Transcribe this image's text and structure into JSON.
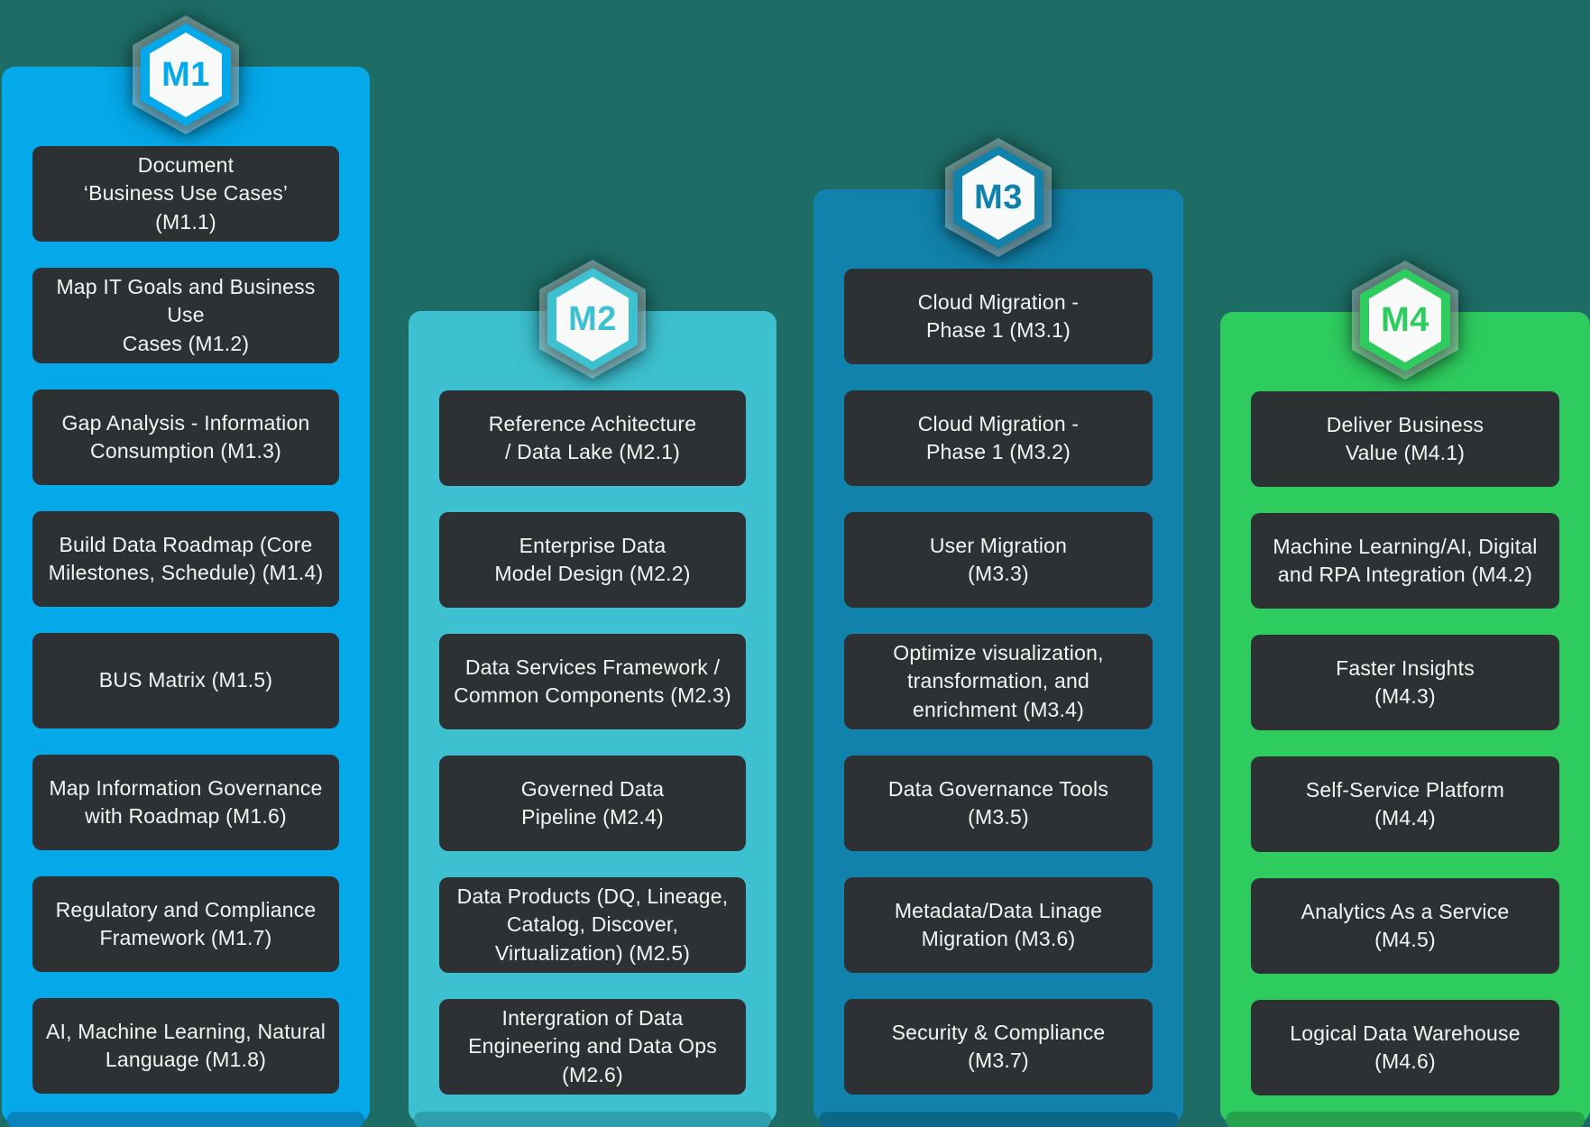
{
  "canvas": {
    "background_color": "#1d6c66",
    "box_color": "#2e3134",
    "box_text_color": "#f3f5f5",
    "badge_face_color": "#f8f9f9"
  },
  "columns": [
    {
      "id": "m1",
      "label": "M1",
      "color": "#05a8e9",
      "shadow_color": "#0783bd",
      "items": [
        {
          "text": "Document\n‘Business Use Cases’\n(M1.1)"
        },
        {
          "text": "Map IT Goals and Business Use\nCases (M1.2)"
        },
        {
          "text": "Gap Analysis - Information\nConsumption (M1.3)"
        },
        {
          "text": "Build Data Roadmap (Core\nMilestones, Schedule) (M1.4)"
        },
        {
          "text": "BUS Matrix (M1.5)"
        },
        {
          "text": "Map Information Governance\nwith Roadmap (M1.6)"
        },
        {
          "text": "Regulatory and Compliance\nFramework (M1.7)"
        },
        {
          "text": "AI, Machine Learning, Natural\nLanguage (M1.8)"
        }
      ]
    },
    {
      "id": "m2",
      "label": "M2",
      "color": "#3dc1d0",
      "shadow_color": "#2f9fae",
      "items": [
        {
          "text": "Reference Achitecture\n/ Data Lake (M2.1)"
        },
        {
          "text": "Enterprise Data\nModel Design (M2.2)"
        },
        {
          "text": "Data Services Framework /\nCommon Components (M2.3)"
        },
        {
          "text": "Governed Data\nPipeline (M2.4)"
        },
        {
          "text": "Data Products (DQ, Lineage,\nCatalog, Discover,\nVirtualization) (M2.5)"
        },
        {
          "text": "Intergration of Data\nEngineering and Data Ops\n(M2.6)"
        }
      ]
    },
    {
      "id": "m3",
      "label": "M3",
      "color": "#1182ab",
      "shadow_color": "#0d6787",
      "items": [
        {
          "text": "Cloud Migration -\nPhase 1 (M3.1)"
        },
        {
          "text": "Cloud Migration -\nPhase 1 (M3.2)"
        },
        {
          "text": "User Migration\n(M3.3)"
        },
        {
          "text": "Optimize visualization,\ntransformation, and\nenrichment (M3.4)"
        },
        {
          "text": "Data Governance Tools\n(M3.5)"
        },
        {
          "text": "Metadata/Data Linage\nMigration (M3.6)"
        },
        {
          "text": "Security & Compliance\n(M3.7)"
        }
      ]
    },
    {
      "id": "m4",
      "label": "M4",
      "color": "#2ecc5f",
      "shadow_color": "#26a24e",
      "items": [
        {
          "text": "Deliver Business\nValue (M4.1)"
        },
        {
          "text": "Machine Learning/AI, Digital\nand RPA Integration (M4.2)"
        },
        {
          "text": "Faster Insights\n(M4.3)"
        },
        {
          "text": "Self-Service Platform\n(M4.4)"
        },
        {
          "text": "Analytics As a Service\n(M4.5)"
        },
        {
          "text": "Logical Data Warehouse\n(M4.6)"
        }
      ]
    }
  ]
}
